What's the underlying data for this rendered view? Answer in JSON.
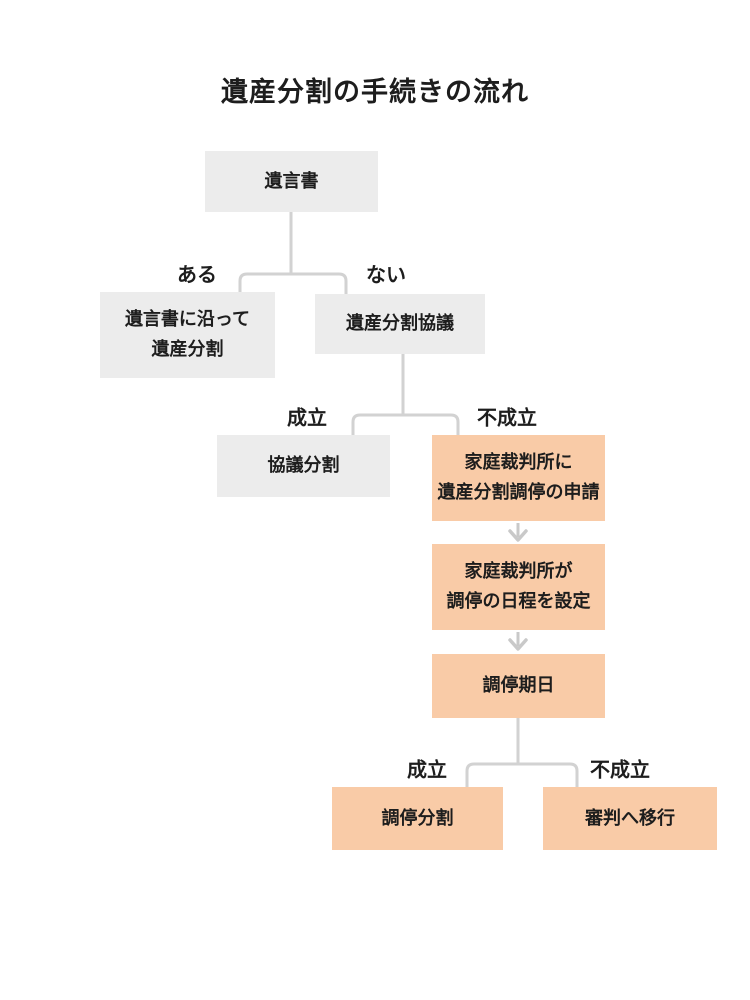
{
  "title": "遺産分割の手続きの流れ",
  "colors": {
    "node_neutral": "#ececec",
    "node_highlight": "#f9cba7",
    "connector": "#d2d2d2",
    "text": "#1d1d1d",
    "background": "#ffffff"
  },
  "flowchart": {
    "type": "flowchart",
    "direction": "top-down",
    "nodes": [
      {
        "id": "will",
        "label": "遺言書",
        "style": "neutral"
      },
      {
        "id": "divide-per-will",
        "label": "遺言書に沿って\n遺産分割",
        "style": "neutral"
      },
      {
        "id": "division-conference",
        "label": "遺産分割協議",
        "style": "neutral"
      },
      {
        "id": "conference-division",
        "label": "協議分割",
        "style": "neutral"
      },
      {
        "id": "apply-mediation",
        "label": "家庭裁判所に\n遺産分割調停の申請",
        "style": "highlight"
      },
      {
        "id": "set-mediation-date",
        "label": "家庭裁判所が\n調停の日程を設定",
        "style": "highlight"
      },
      {
        "id": "mediation-date",
        "label": "調停期日",
        "style": "highlight"
      },
      {
        "id": "mediation-division",
        "label": "調停分割",
        "style": "highlight"
      },
      {
        "id": "transfer-to-trial",
        "label": "審判へ移行",
        "style": "highlight"
      }
    ],
    "edges": [
      {
        "from": "will",
        "to": "divide-per-will",
        "label": "ある"
      },
      {
        "from": "will",
        "to": "division-conference",
        "label": "ない"
      },
      {
        "from": "division-conference",
        "to": "conference-division",
        "label": "成立"
      },
      {
        "from": "division-conference",
        "to": "apply-mediation",
        "label": "不成立"
      },
      {
        "from": "apply-mediation",
        "to": "set-mediation-date",
        "label": ""
      },
      {
        "from": "set-mediation-date",
        "to": "mediation-date",
        "label": ""
      },
      {
        "from": "mediation-date",
        "to": "mediation-division",
        "label": "成立"
      },
      {
        "from": "mediation-date",
        "to": "transfer-to-trial",
        "label": "不成立"
      }
    ]
  }
}
